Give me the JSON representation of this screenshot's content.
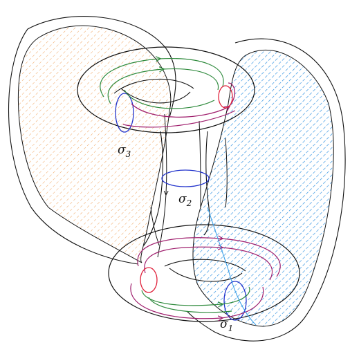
{
  "labels": {
    "sigma1": {
      "symbol": "σ",
      "index": "1"
    },
    "sigma2": {
      "symbol": "σ",
      "index": "2"
    },
    "sigma3": {
      "symbol": "σ",
      "index": "3"
    }
  },
  "colors": {
    "outline": "#111111",
    "orange_hatch": "#f0a866",
    "blue_hatch": "#2a8ee0",
    "meridian": "#2233cc",
    "green": "#2e8a3c",
    "magenta": "#a0206e",
    "red": "#e0203a",
    "light_blue": "#3aa0e8"
  },
  "elements": {
    "upper_torus": "torus-top",
    "lower_torus": "torus-bottom",
    "tube": "connecting-tube"
  }
}
